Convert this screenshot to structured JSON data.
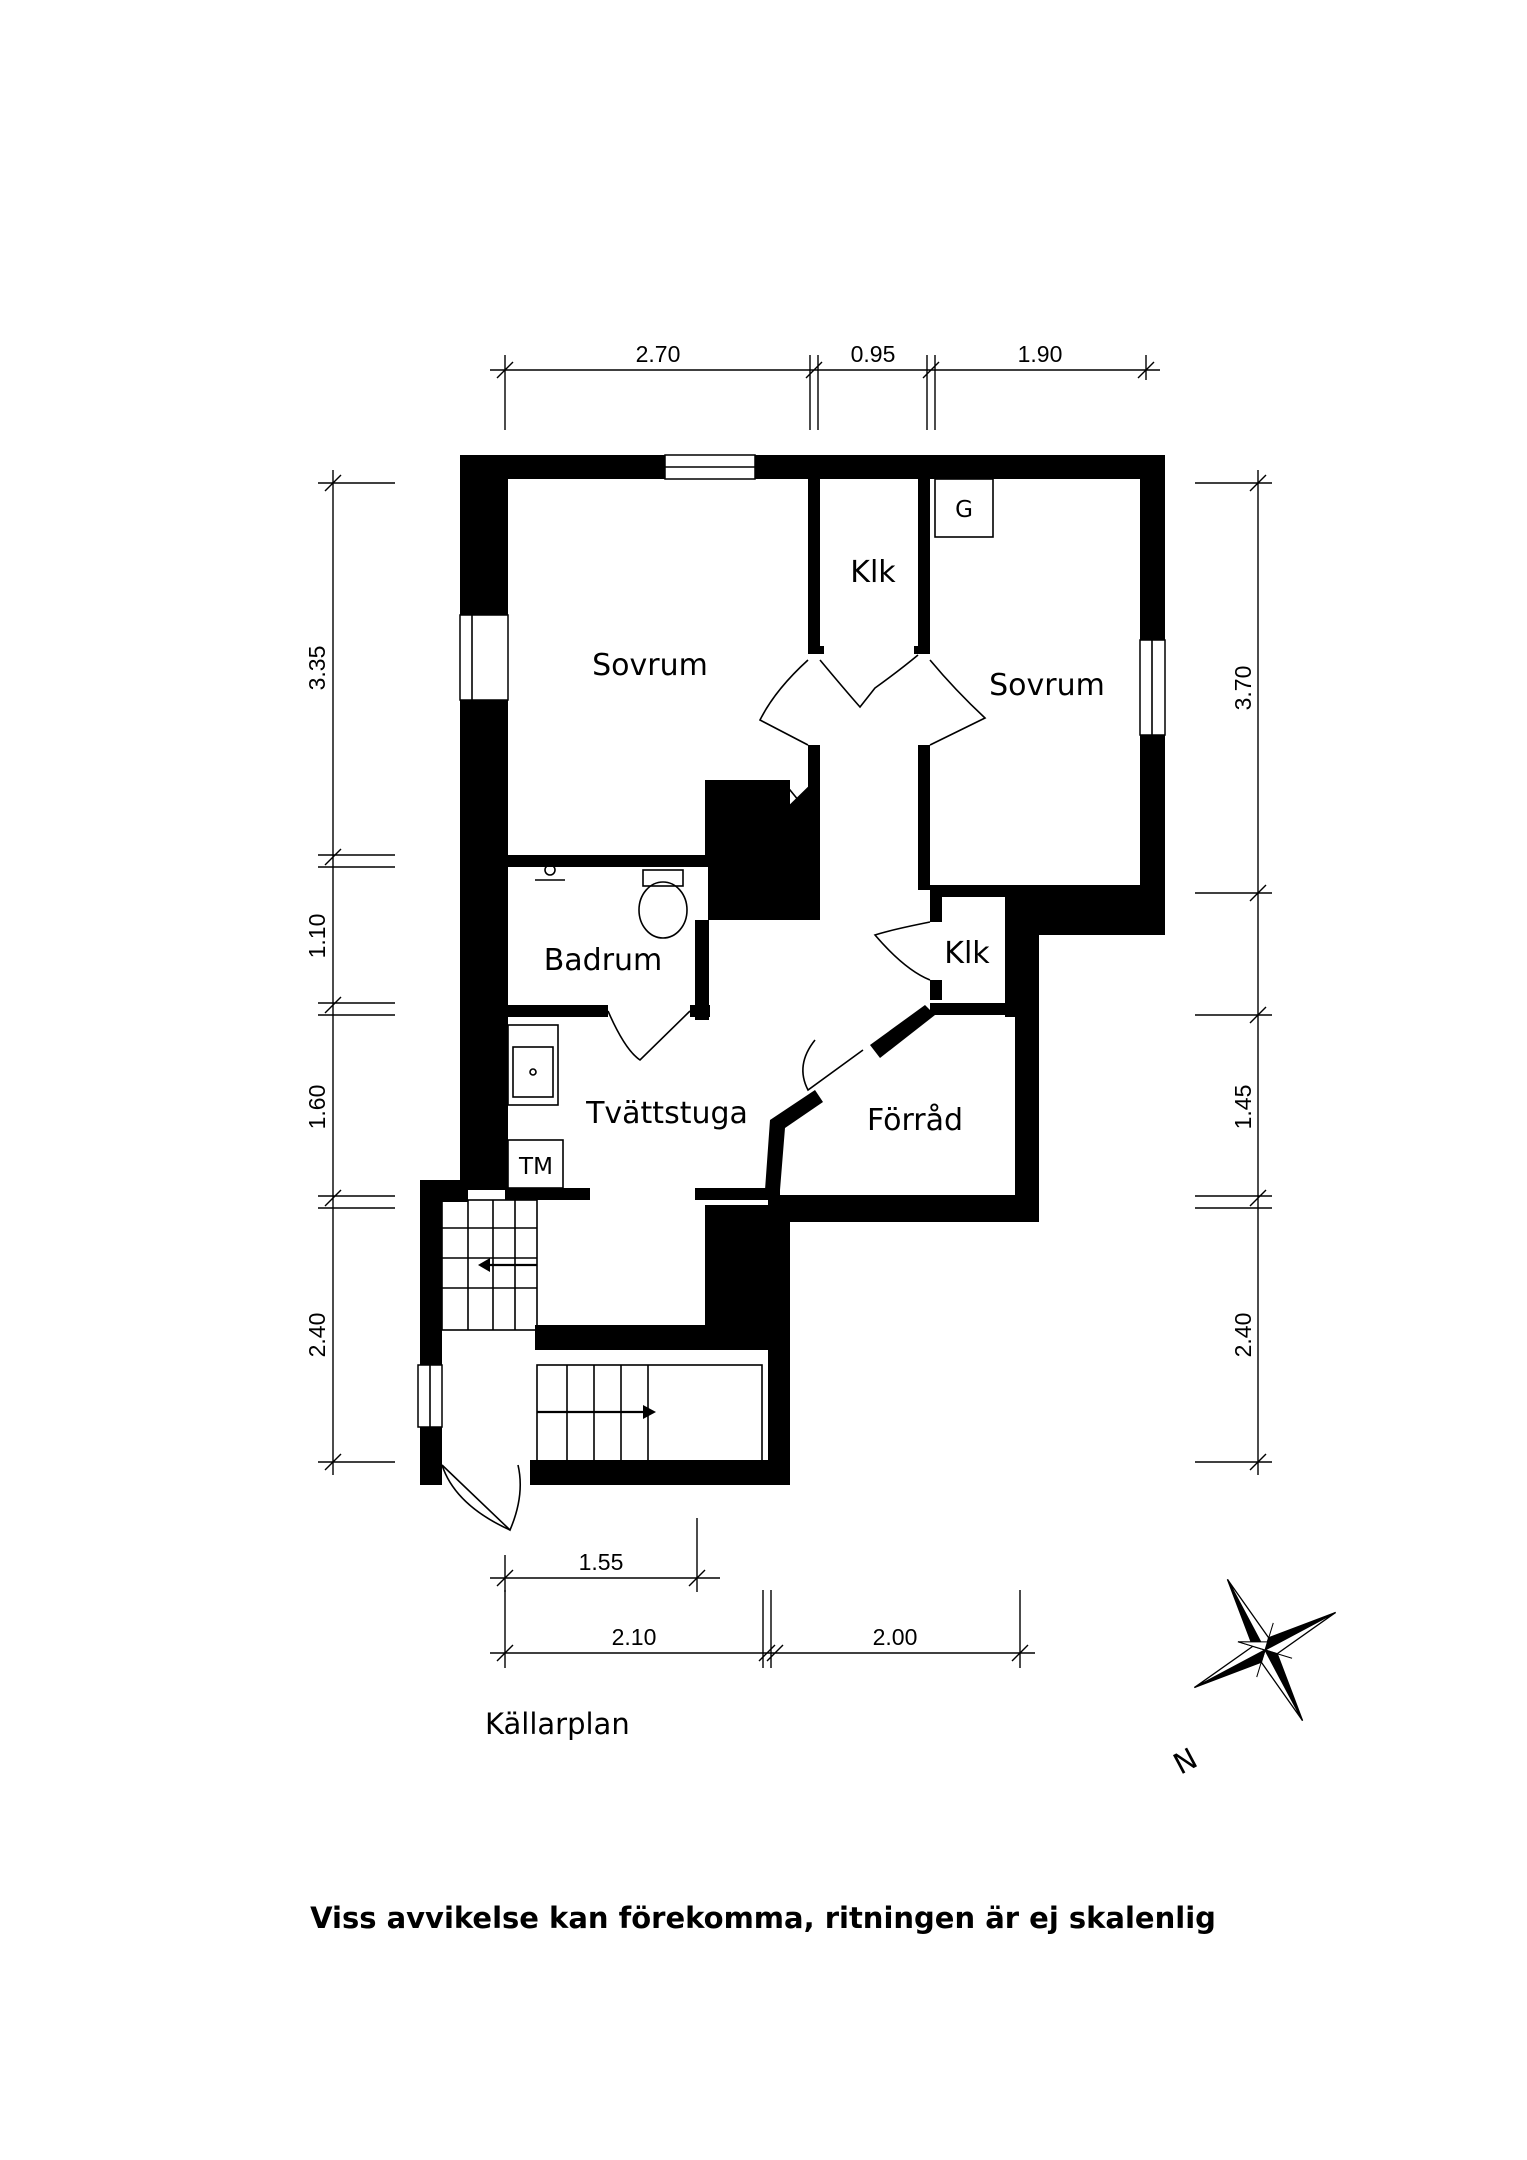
{
  "rooms": {
    "bedroom_left": "Sovrum",
    "closet_top": "Klk",
    "bedroom_right": "Sovrum",
    "bathroom": "Badrum",
    "closet_mid": "Klk",
    "laundry": "Tvättstuga",
    "storage": "Förråd",
    "tm": "TM",
    "g": "G"
  },
  "dimensions": {
    "top": [
      "2.70",
      "0.95",
      "1.90"
    ],
    "left": [
      "3.35",
      "1.10",
      "1.60",
      "2.40"
    ],
    "right": [
      "3.70",
      "1.45",
      "2.40"
    ],
    "bottom_stair": "1.55",
    "bottom": [
      "2.10",
      "2.00"
    ]
  },
  "compass": {
    "north_label": "N"
  },
  "plan_title": "Källarplan",
  "disclaimer": "Viss avvikelse kan förekomma, ritningen är ej skalenlig"
}
